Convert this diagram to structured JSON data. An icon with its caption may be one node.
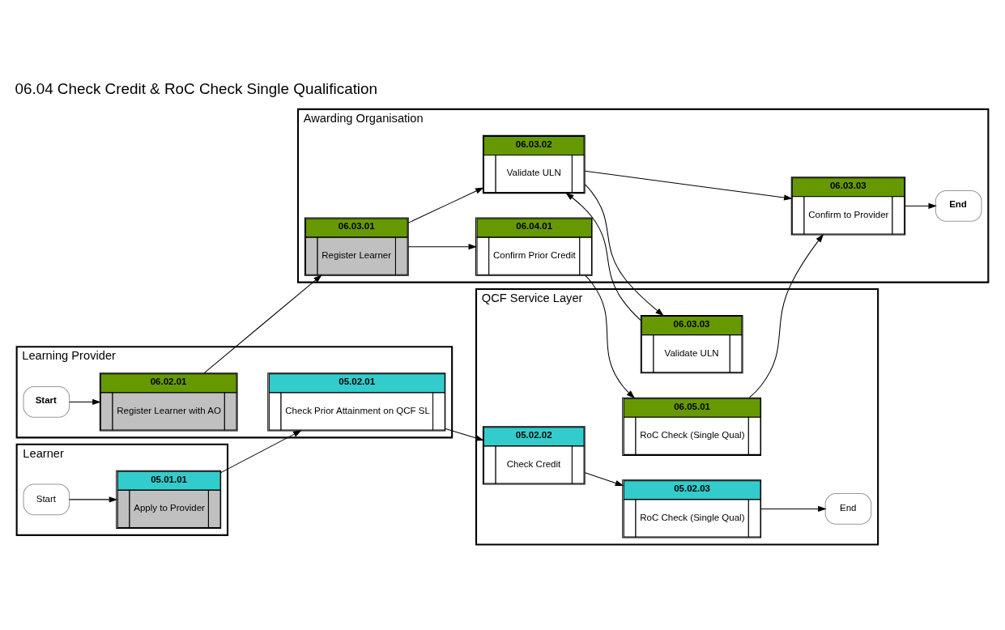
{
  "diagram": {
    "title": "06.04 Check Credit & RoC Check Single Qualification",
    "nodes": [
      {
        "text": [
          "Awarding Organisation"
        ]
      },
      {
        "text": [
          "QCF Service Layer"
        ]
      },
      {
        "text": [
          "Learning Provider"
        ]
      },
      {
        "text": [
          "Learner"
        ]
      },
      {
        "text": [
          "06.03.01",
          "Register Learner"
        ],
        "in": 0
      },
      {
        "text": [
          "06.03.02",
          "Validate ULN"
        ],
        "in": 0
      },
      {
        "text": [
          "06.04.01",
          "Confirm Prior Credit"
        ],
        "in": 0
      },
      {
        "text": [
          "06.03.03",
          "Confirm to Provider"
        ],
        "in": 0
      },
      {
        "text": [
          "End"
        ],
        "in": 0
      },
      {
        "text": [
          "06.03.03",
          "Validate ULN"
        ],
        "in": 1
      },
      {
        "text": [
          "05.02.02",
          "Check Credit"
        ],
        "in": 1
      },
      {
        "text": [
          "05.02.03",
          "RoC Check (Single Qual)"
        ],
        "in": 1
      },
      {
        "text": [
          "End"
        ],
        "in": 1
      },
      {
        "text": [
          "06.05.01",
          "RoC Check (Single Qual)"
        ],
        "in": 1
      },
      {
        "text": [
          "05.02.01",
          "Check Prior Attainment on QCF SL"
        ],
        "in": 2
      },
      {
        "text": [
          "Start"
        ],
        "in": 2
      },
      {
        "text": [
          "06.02.01",
          "Register Learner with AO"
        ],
        "in": 2
      },
      {
        "text": [
          "Start"
        ],
        "in": 3
      },
      {
        "text": [
          "05.01.01",
          "Apply to Provider"
        ],
        "in": 3
      }
    ],
    "edges": [
      {
        "from": 17,
        "to": 18,
        "arrow": "to"
      },
      {
        "from": 18,
        "to": 14,
        "arrow": "to"
      },
      {
        "from": 14,
        "to": 10,
        "arrow": "to"
      },
      {
        "from": 10,
        "to": 11,
        "arrow": "to"
      },
      {
        "from": 11,
        "to": 12,
        "arrow": "to"
      },
      {
        "from": 15,
        "to": 16,
        "arrow": "to"
      },
      {
        "from": 16,
        "to": 4,
        "arrow": "to"
      },
      {
        "from": 4,
        "to": 5,
        "arrow": "to"
      },
      {
        "from": 4,
        "to": 6,
        "arrow": "to"
      },
      {
        "from": 5,
        "to": 7,
        "arrow": "to"
      },
      {
        "from": 7,
        "to": 8,
        "arrow": "to"
      },
      {
        "from": 5,
        "to": 9,
        "arrow": "to"
      },
      {
        "from": 9,
        "to": 5,
        "arrow": "to"
      },
      {
        "from": 6,
        "to": 13,
        "arrow": "to"
      },
      {
        "from": 13,
        "to": 7,
        "arrow": "to"
      }
    ]
  }
}
